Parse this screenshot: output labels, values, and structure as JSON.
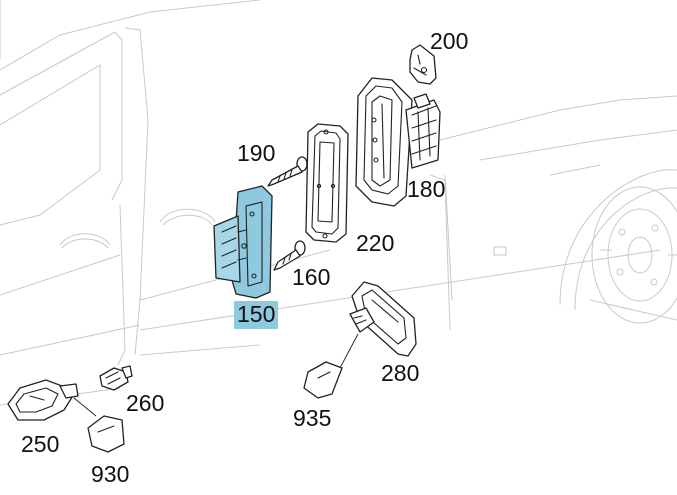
{
  "highlight_color": "#8ec9e0",
  "callouts": {
    "p150": "150",
    "p160": "160",
    "p180": "180",
    "p190": "190",
    "p200": "200",
    "p220": "220",
    "p250": "250",
    "p260": "260",
    "p280": "280",
    "p930": "930",
    "p935": "935"
  }
}
